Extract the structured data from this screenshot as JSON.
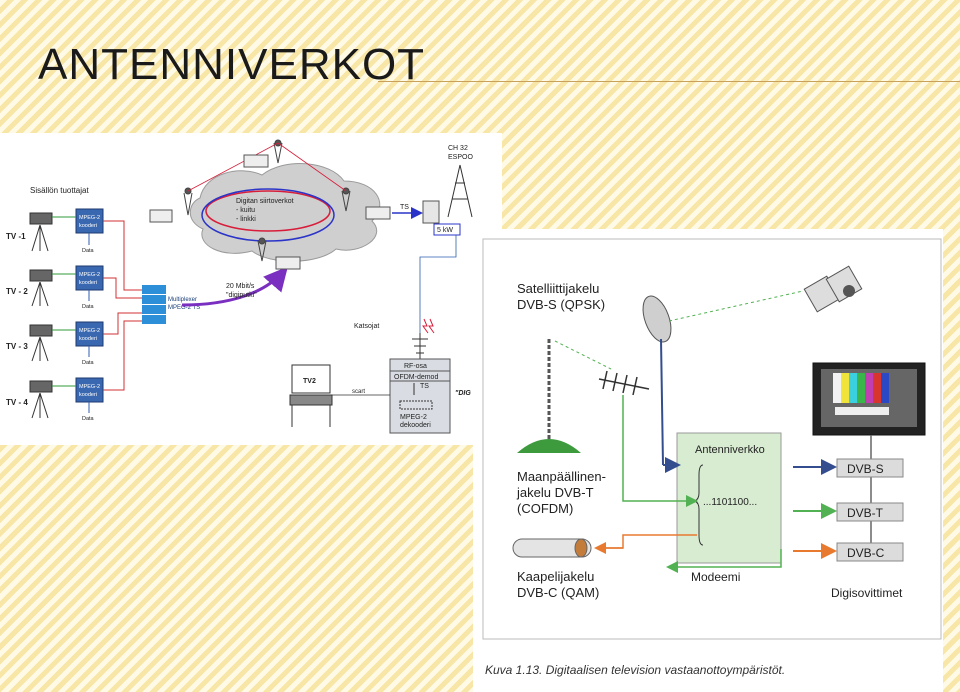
{
  "slide": {
    "title": "ANTENNIVERKOT"
  },
  "figure1": {
    "content_providers": "Sisällön tuottajat",
    "channels": [
      "TV -1",
      "TV - 2",
      "TV - 3",
      "TV - 4"
    ],
    "encoders": [
      {
        "line1": "MPEG-2",
        "line2": "kooderi"
      },
      {
        "line1": "MPEG-2",
        "line2": "kooderi"
      },
      {
        "line1": "MPEG-2",
        "line2": "kooderi"
      },
      {
        "line1": "MPEG-2",
        "line2": "kooderi"
      }
    ],
    "data_label": "Data",
    "multiplexer": {
      "line1": "Multiplexer",
      "line2": "MPEG-2 TS"
    },
    "rate": {
      "line1": "20 Mbit/s",
      "line2": "\"digiputki\""
    },
    "network": {
      "line1": "Digitan siirtoverkot",
      "line2": "- kuitu",
      "line3": "- linkki"
    },
    "ts_label": "TS",
    "transmitter": {
      "line1": "CH 32",
      "line2": "ESPOO",
      "power": "5 kW"
    },
    "viewers": "Katsojat",
    "receiver": {
      "rf": "RF-osa",
      "ofdm": "OFDM-demod",
      "ts": "TS",
      "dec1": "MPEG-2",
      "dec2": "dekooderi"
    },
    "tv_label": "TV2",
    "scart": "scart",
    "dig_cut": "\"DIG"
  },
  "figure2": {
    "satellite": {
      "line1": "Satelliittijakelu",
      "line2": "DVB-S (QPSK)"
    },
    "terrestrial": {
      "line1": "Maanpäällinen-",
      "line2": "jakelu DVB-T",
      "line3": "(COFDM)"
    },
    "cable": {
      "line1": "Kaapelijakelu",
      "line2": "DVB-C (QAM)"
    },
    "antenna_network": "Antenniverkko",
    "bits": "...1101100...",
    "modem": "Modeemi",
    "boxes": [
      "DVB-S",
      "DVB-T",
      "DVB-C"
    ],
    "set_top_boxes": "Digisovittimet",
    "caption": "Kuva 1.13. Digitaalisen television vastaanottoympäristöt."
  },
  "colors": {
    "encoder_blue": "#3a68b0",
    "mux_blue": "#2d8fd8",
    "arrow_purple": "#7a2fc0",
    "ring_red": "#d81d3a",
    "ring_blue": "#2a34c8",
    "wire_red": "#d03030",
    "wire_green": "#2f9a3a",
    "wire_blue": "#2f5fb0",
    "green_line": "#52b152",
    "orange_line": "#e87a30",
    "navy_line": "#334d8f",
    "box_green": "#d8ecd1",
    "grey_box": "#dcdcdc"
  }
}
